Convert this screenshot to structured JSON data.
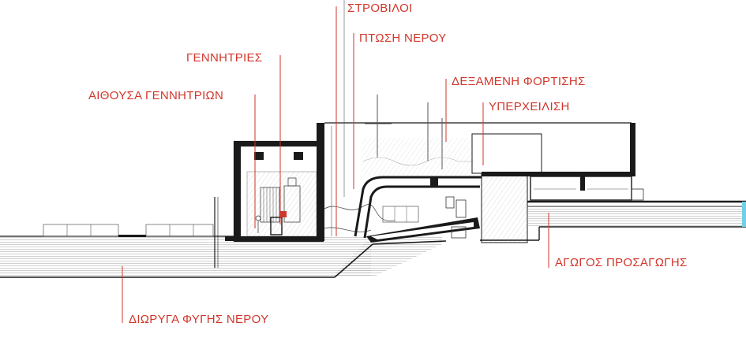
{
  "colors": {
    "label": "#d2362b",
    "ink": "#1a1a1a",
    "hatch": "#9a9a9a",
    "water": "#6fd0e6"
  },
  "labels": {
    "turbines": "ΣΤΡΟΒΙΛΟΙ",
    "water_drop": "ΠΤΩΣΗ ΝΕΡΟΥ",
    "generators": "ΓΕΝΝΗΤΡΙΕΣ",
    "generator_hall": "ΑΙΘΟΥΣΑ ΓΕΝΝΗΤΡΙΩΝ",
    "loading_tank": "ΔΕΞΑΜΕΝΗ ΦΟΡΤΙΣΗΣ",
    "overflow": "ΥΠΕΡΧΕΙΛΙΣΗ",
    "intake_channel": "ΑΓΩΓΟΣ ΠΡΟΣΑΓΩΓΗΣ",
    "tailrace_channel": "ΔΙΩΡΥΓΑ ΦΥΓΗΣ ΝΕΡΟΥ"
  }
}
